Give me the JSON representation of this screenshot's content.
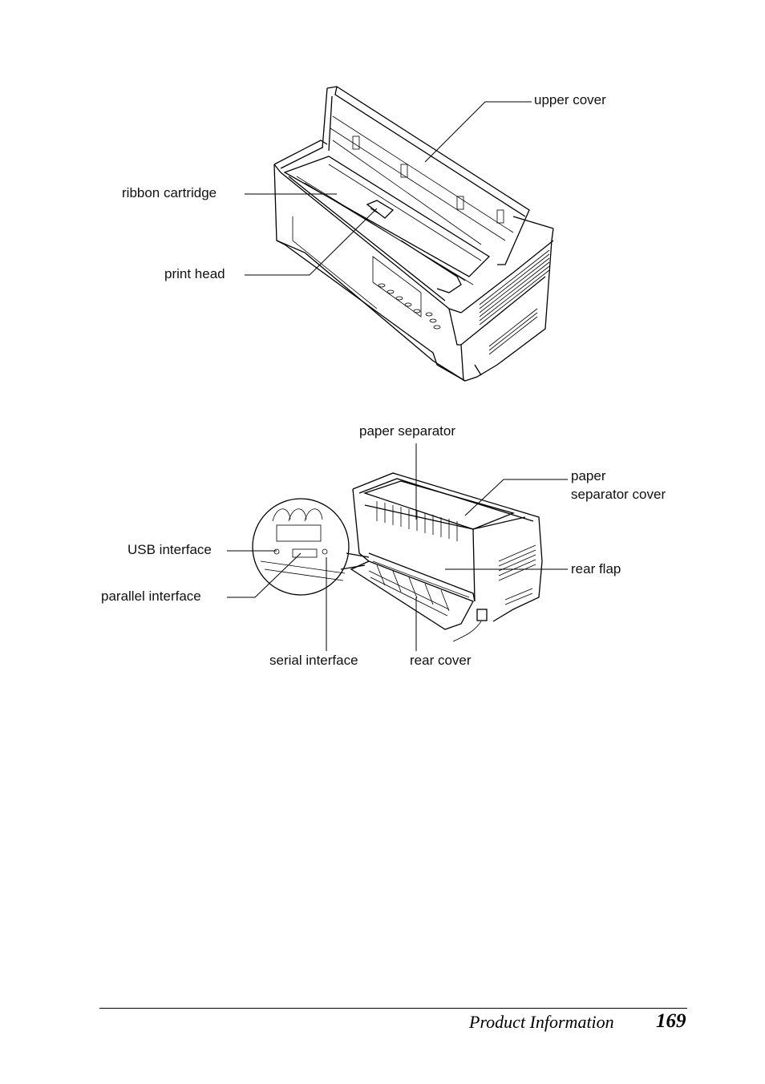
{
  "figure_top": {
    "labels": {
      "upper_cover": "upper cover",
      "ribbon_cartridge": "ribbon cartridge",
      "print_head": "print head"
    }
  },
  "figure_bottom": {
    "labels": {
      "paper_separator": "paper separator",
      "paper_separator_cover_line1": "paper",
      "paper_separator_cover_line2": "separator cover",
      "usb_interface": "USB interface",
      "parallel_interface": "parallel interface",
      "rear_flap": "rear flap",
      "serial_interface": "serial interface",
      "rear_cover": "rear cover"
    }
  },
  "footer": {
    "section_title": "Product Information",
    "page_number": "169"
  }
}
